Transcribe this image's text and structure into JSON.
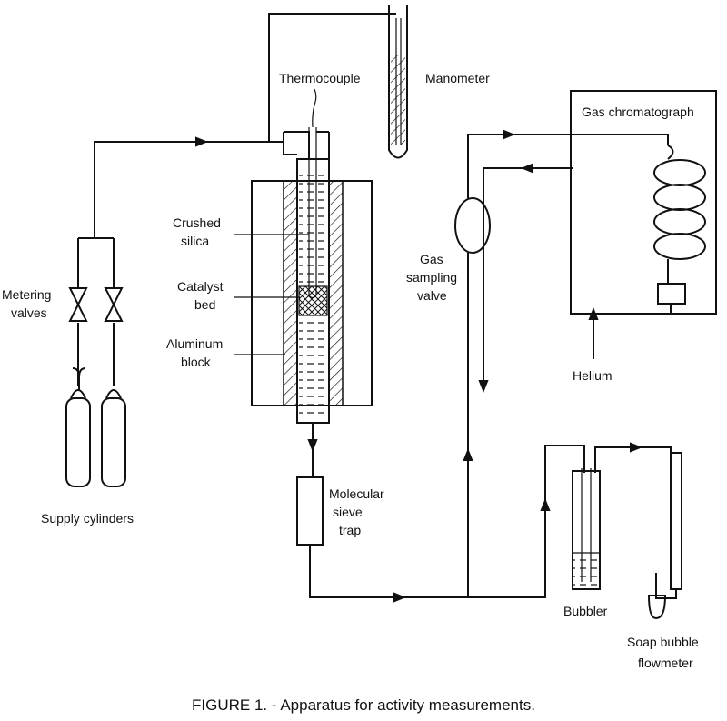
{
  "labels": {
    "thermocouple": "Thermocouple",
    "manometer": "Manometer",
    "gas_chromatograph": "Gas chromatograph",
    "crushed": "Crushed",
    "silica": "silica",
    "catalyst": "Catalyst",
    "bed": "bed",
    "aluminum": "Aluminum",
    "block": "block",
    "metering": "Metering",
    "valves": "valves",
    "gas": "Gas",
    "sampling": "sampling",
    "valve": "valve",
    "helium": "Helium",
    "supply_cylinders": "Supply cylinders",
    "molecular": "Molecular",
    "sieve": "sieve",
    "trap": "trap",
    "bubbler": "Bubbler",
    "soap_bubble": "Soap bubble",
    "flowmeter": "flowmeter"
  },
  "caption": "FIGURE 1. - Apparatus for activity measurements."
}
